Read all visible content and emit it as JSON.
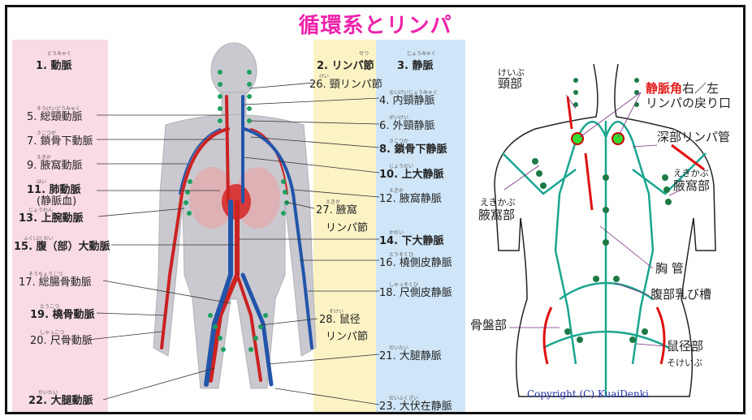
{
  "title": "循環系とリンパ",
  "headers": {
    "artery": "1. 動脈",
    "lymph": "2. リンパ節",
    "vein": "3. 静脈"
  },
  "ruby": {
    "artery": "どうみゃく",
    "lymph": "せつ",
    "vein": "じょうみゃく"
  },
  "left_labels": [
    {
      "ruby": "そうけいどうみゃく",
      "text": "5. 総頸動脈"
    },
    {
      "ruby": "さこつか",
      "text": "7. 鎖骨下動脈"
    },
    {
      "ruby": "えきか",
      "text": "9. 腋窩動脈"
    },
    {
      "ruby": "はい",
      "text": "11. 肺動脈"
    },
    {
      "ruby": "",
      "text": "(静脈血)"
    },
    {
      "ruby": "じょうわん",
      "text": "13. 上腕動脈"
    },
    {
      "ruby": "ふく(ぶ) だい",
      "text": "15. 腹（部）大動脈"
    },
    {
      "ruby": "そうちょうこつ",
      "text": "17. 総腸骨動脈"
    },
    {
      "ruby": "とうこつ",
      "text": "19. 橈骨動脈"
    },
    {
      "ruby": "しゃっこつ",
      "text": "20. 尺骨動脈"
    },
    {
      "ruby": "だいたい",
      "text": "22. 大腿動脈"
    }
  ],
  "middle_labels": [
    {
      "ruby": "けい",
      "text": "26. 頸リンパ節"
    },
    {
      "ruby": "えきか",
      "text": "27. 腋窩"
    },
    {
      "ruby": "",
      "text": "リンパ節"
    },
    {
      "ruby": "そけい",
      "text": "28. 鼠径"
    },
    {
      "ruby": "",
      "text": "リンパ節"
    }
  ],
  "right_labels": [
    {
      "ruby": "ないけいじょうみゃく",
      "text": "4. 内頸静脈"
    },
    {
      "ruby": "がいけい",
      "text": "6. 外頸静脈"
    },
    {
      "ruby": "さこつか",
      "text": "8. 鎖骨下静脈"
    },
    {
      "ruby": "じょうだい",
      "text": "10. 上大静脈"
    },
    {
      "ruby": "えきか",
      "text": "12. 腋窩静脈"
    },
    {
      "ruby": "かだい",
      "text": "14. 下大静脈"
    },
    {
      "ruby": "とうそくひ",
      "text": "16. 橈側皮静脈"
    },
    {
      "ruby": "しゃっそくひ",
      "text": "18. 尺側皮静脈"
    },
    {
      "ruby": "だいたい",
      "text": "21. 大腿静脈"
    },
    {
      "ruby": "だいふくざい",
      "text": "23. 大伏在静脈"
    }
  ],
  "lymph_figure": {
    "neck_ruby": "けいぶ",
    "neck": "頸部",
    "venous_angle": "静脈角",
    "venous_angle_rest": "右／左",
    "lymph_return": "リンパの戻り口",
    "deep_vessel": "深部リンパ管",
    "axilla_ruby_left": "えきかぶ",
    "axilla_left": "腋窩部",
    "axilla_ruby_right": "えきかぶ",
    "axilla_right": "腋窩部",
    "thoracic_duct": "胸 管",
    "cisterna": "腹部乳び槽",
    "pelvis": "骨盤部",
    "groin": "鼠径部",
    "groin_ruby": "そけいぶ"
  },
  "copyright": "Copyright (C) KuaiDenki",
  "colors": {
    "title": "#ee22aa",
    "artery": "#cc2222",
    "vein": "#2255aa",
    "lymph": "#1fa060",
    "lymph_vessel": "#1aa58f"
  }
}
